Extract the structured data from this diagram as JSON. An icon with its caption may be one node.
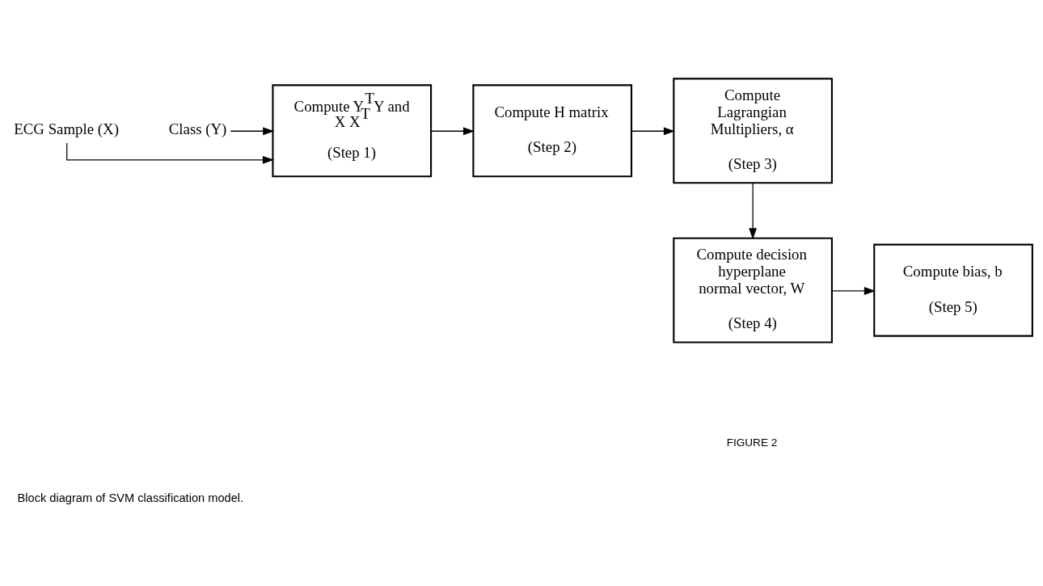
{
  "diagram": {
    "caption": "Block diagram of SVM classification model.",
    "nodes": [
      {
        "text": [
          "ECG Sample (X)"
        ]
      },
      {
        "text": [
          "Class (Y)"
        ]
      },
      {
        "text": [
          "Compute Y$^{T}$Y and X X$^{T}$",
          "(Step 1)"
        ]
      },
      {
        "text": [
          "Compute H matrix",
          "(Step 2)"
        ]
      },
      {
        "text": [
          "Compute Lagrangian Multipliers, α",
          "(Step 3)"
        ]
      },
      {
        "text": [
          "Compute decision hyperplane normal vector, W",
          "(Step 4)"
        ]
      },
      {
        "text": [
          "Compute bias, b",
          "(Step 5)"
        ]
      }
    ],
    "edges": [
      {
        "from": 0,
        "to": 2,
        "arrow": "to"
      },
      {
        "from": 1,
        "to": 2,
        "arrow": "to"
      },
      {
        "from": 2,
        "to": 3,
        "arrow": "to"
      },
      {
        "from": 3,
        "to": 4,
        "arrow": "to"
      },
      {
        "from": 4,
        "to": 5,
        "arrow": "to"
      },
      {
        "from": 5,
        "to": 6,
        "arrow": "to"
      }
    ],
    "labels": [
      "FIGURE 2"
    ]
  }
}
